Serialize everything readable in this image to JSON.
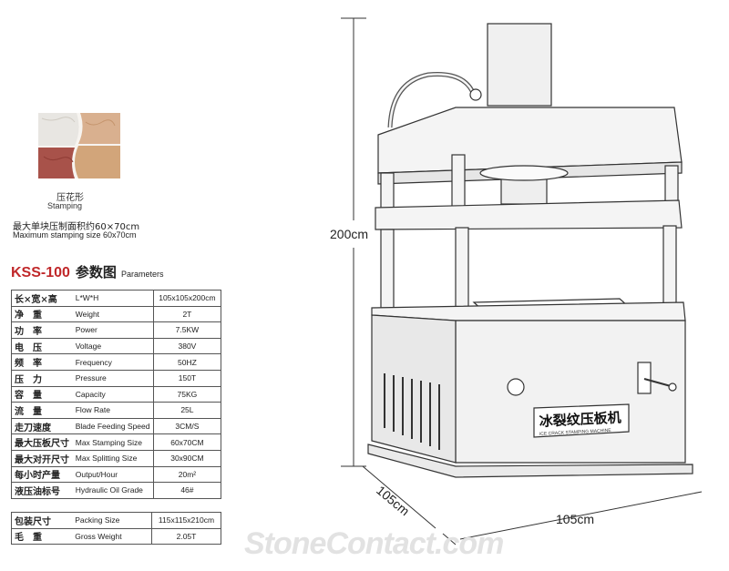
{
  "sample": {
    "caption_cn": "压花形",
    "caption_en": "Stamping",
    "max_cn": "最大单块压制面积约60×70cm",
    "max_en": "Maximum stamping size 60x70cm"
  },
  "heading": {
    "model": "KSS-100",
    "params_cn": "参数图",
    "params_en": "Parameters"
  },
  "specs": [
    {
      "cn": "长×宽×高",
      "en": "L*W*H",
      "value": "105x105x200cm"
    },
    {
      "cn": "净　重",
      "en": "Weight",
      "value": "2T"
    },
    {
      "cn": "功　率",
      "en": "Power",
      "value": "7.5KW"
    },
    {
      "cn": "电　压",
      "en": "Voltage",
      "value": "380V"
    },
    {
      "cn": "频　率",
      "en": "Frequency",
      "value": "50HZ"
    },
    {
      "cn": "压　力",
      "en": "Pressure",
      "value": "150T"
    },
    {
      "cn": "容　量",
      "en": "Capacity",
      "value": "75KG"
    },
    {
      "cn": "流　量",
      "en": "Flow Rate",
      "value": "25L"
    },
    {
      "cn": "走刀速度",
      "en": "Blade Feeding Speed",
      "value": "3CM/S"
    },
    {
      "cn": "最大压板尺寸",
      "en": "Max Stamping Size",
      "value": "60x70CM"
    },
    {
      "cn": "最大对开尺寸",
      "en": "Max Splitting Size",
      "value": "30x90CM"
    },
    {
      "cn": "每小时产量",
      "en": "Output/Hour",
      "value": "20m²"
    },
    {
      "cn": "液压油标号",
      "en": "Hydraulic Oil Grade",
      "value": "46#"
    }
  ],
  "packing": [
    {
      "cn": "包装尺寸",
      "en": "Packing Size",
      "value": "115x115x210cm"
    },
    {
      "cn": "毛　重",
      "en": "Gross Weight",
      "value": "2.05T"
    }
  ],
  "dimensions": {
    "height": "200cm",
    "depth": "105cm",
    "width": "105cm"
  },
  "machine_label": {
    "cn": "冰裂纹压板机",
    "en": "ICE CRACK STAMPING MACHINE"
  },
  "watermark": "StoneContact.com",
  "colors": {
    "model_red": "#c0282a",
    "machine_fill": "#f4f4f4",
    "line": "#333333"
  }
}
